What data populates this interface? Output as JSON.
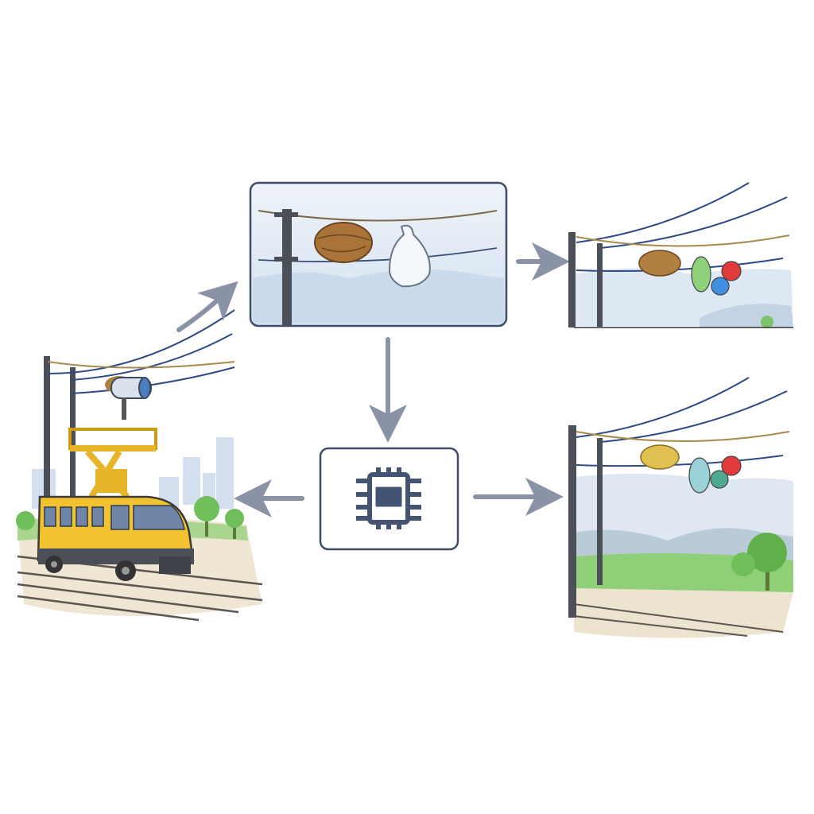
{
  "diagram": {
    "nodes": [
      {
        "id": "inspection-vehicle",
        "icon": "rail-inspection-truck-icon"
      },
      {
        "id": "captured-image",
        "icon": "nest-and-bag-on-wire-icon"
      },
      {
        "id": "processor",
        "icon": "cpu-chip-icon"
      },
      {
        "id": "detection-result-top",
        "icon": "nest-and-balloons-on-wire-icon"
      },
      {
        "id": "detection-result-bottom",
        "icon": "nest-and-balloons-landscape-icon"
      }
    ],
    "colors": {
      "arrow": "#8a93a6",
      "box_border": "#3f4d6b",
      "chip": "#435372",
      "truck": "#f2c230",
      "wire": "#2d4a86",
      "pole": "#4a4f58",
      "sky": "#dde8f3",
      "grass": "#7cc36b"
    }
  }
}
